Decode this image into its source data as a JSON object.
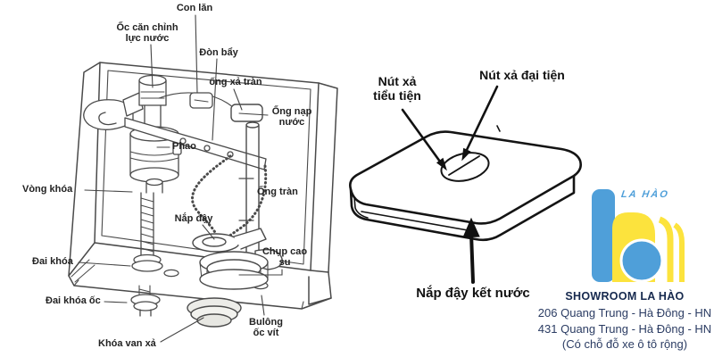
{
  "left_diagram": {
    "labels": {
      "con_lan": "Con lăn",
      "oc_can_chinh": "Ốc căn chỉnh\nlực nước",
      "don_bay": "Đòn bẩy",
      "ong_xa_tran": "ống xả tràn",
      "ong_nap_nuoc": "Ống nạp\nnước",
      "phao": "Phao",
      "vong_khoa": "Vòng khóa",
      "ong_tran": "Ống tràn",
      "nap_day": "Nắp đậy",
      "dai_khoa": "Đai khóa",
      "chup_cao_su": "Chụp cao\nsu",
      "dai_khoa_oc": "Đai khóa ốc",
      "bulong_oc_vit": "Bulông\nốc vít",
      "khoa_van_xa": "Khóa van xả"
    }
  },
  "right_diagram": {
    "labels": {
      "nut_xa_tieu_tien": "Nút xả\ntiểu tiện",
      "nut_xa_dai_tien": "Nút xả đại tiện",
      "nap_day_ket_nuoc": "Nắp đậy kết nước"
    }
  },
  "branding": {
    "logo_icon": "la-hao-book-mark",
    "logo_text": "LA HÀO",
    "showroom_title": "SHOWROOM LA HÀO",
    "address_line1": "206 Quang Trung - Hà Đông - HN",
    "address_line2": "431 Quang Trung - Hà Đông - HN",
    "note": "(Có chỗ đỗ xe ô tô rộng)",
    "colors": {
      "logo_blue": "#4f9fd9",
      "logo_yellow": "#fce33d",
      "text_navy": "#16294e"
    }
  }
}
